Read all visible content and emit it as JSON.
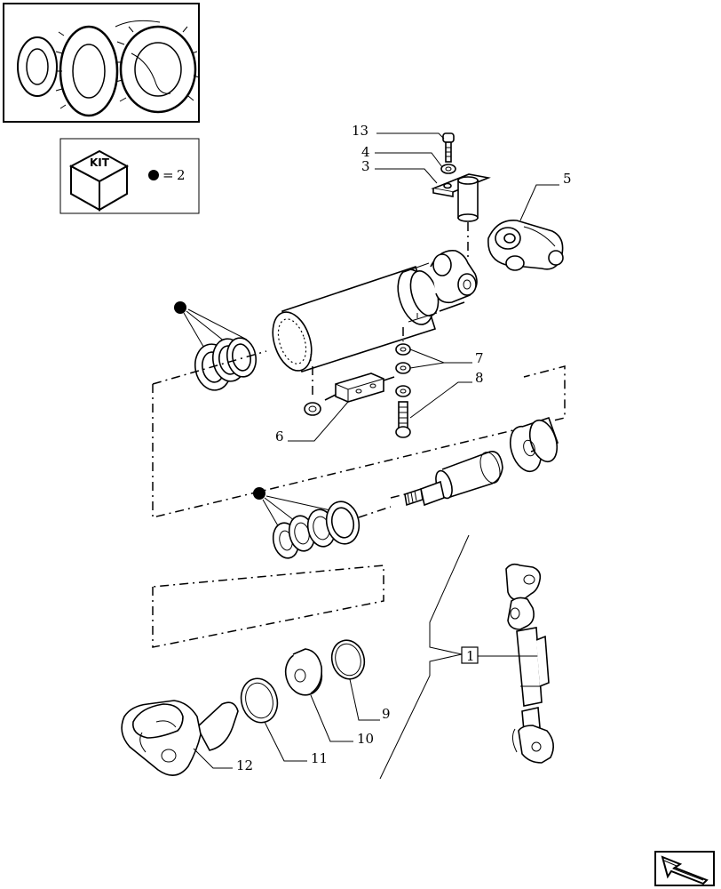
{
  "kit_legend": {
    "kit_label": "KIT",
    "equals": "=",
    "quantity": "2"
  },
  "callouts": {
    "c1": "1",
    "c3": "3",
    "c4": "4",
    "c5": "5",
    "c6": "6",
    "c7": "7",
    "c8": "8",
    "c9": "9",
    "c10": "10",
    "c11": "11",
    "c12": "12",
    "c13": "13"
  },
  "icons": [
    "tractor-thumbnail-icon",
    "kit-box-icon",
    "kit-dot-icon",
    "next-page-arrow-icon"
  ]
}
